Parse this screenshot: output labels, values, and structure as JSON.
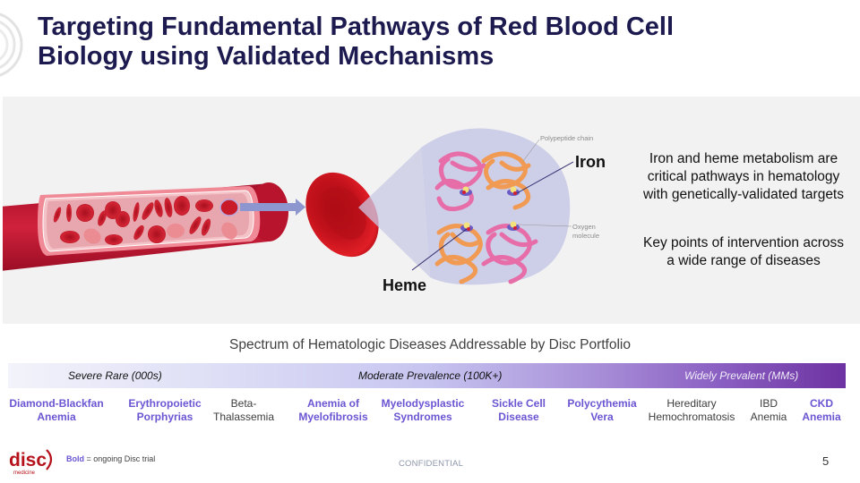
{
  "slide": {
    "title_line1": "Targeting Fundamental Pathways of Red Blood Cell",
    "title_line2": "Biology using Validated Mechanisms",
    "page_number": "5",
    "confidential": "CONFIDENTIAL"
  },
  "colors": {
    "title": "#1c1a4f",
    "bold_disease": "#6b55d3",
    "regular_disease": "#3d3d3d",
    "gradient_start": "#f3f3fb",
    "gradient_end": "#6d32a1",
    "logo_red": "#b5121b",
    "hero_background": "#f2f2f2"
  },
  "illustration": {
    "label_iron": "Iron",
    "label_heme": "Heme",
    "label_polypeptide": "Polypeptide chain",
    "label_oxygen_line1": "Oxygen",
    "label_oxygen_line2": "molecule"
  },
  "hero_text": {
    "paragraph1": "Iron and heme metabolism are critical pathways in hematology with genetically-validated targets",
    "paragraph2": "Key points of intervention across a wide range of diseases"
  },
  "spectrum": {
    "title": "Spectrum of Hematologic Diseases Addressable by Disc Portfolio",
    "bands": [
      {
        "label": "Severe Rare (000s)"
      },
      {
        "label": "Moderate Prevalence (100K+)"
      },
      {
        "label": "Widely Prevalent (MMs)"
      }
    ],
    "diseases": [
      {
        "line1": "Diamond-Blackfan",
        "line2": "Anemia",
        "ongoing_trial": true
      },
      {
        "line1": "Erythropoietic",
        "line2": "Porphyrias",
        "ongoing_trial": true
      },
      {
        "line1": "Beta-",
        "line2": "Thalassemia",
        "ongoing_trial": false
      },
      {
        "line1": "Anemia of",
        "line2": "Myelofibrosis",
        "ongoing_trial": true
      },
      {
        "line1": "Myelodysplastic",
        "line2": "Syndromes",
        "ongoing_trial": true
      },
      {
        "line1": "Sickle Cell",
        "line2": "Disease",
        "ongoing_trial": true
      },
      {
        "line1": "Polycythemia",
        "line2": "Vera",
        "ongoing_trial": true
      },
      {
        "line1": "Hereditary",
        "line2": "Hemochromatosis",
        "ongoing_trial": false
      },
      {
        "line1": "IBD",
        "line2": "Anemia",
        "ongoing_trial": false
      },
      {
        "line1": "CKD",
        "line2": "Anemia",
        "ongoing_trial": true
      }
    ]
  },
  "footer": {
    "logo_word": "disc",
    "logo_sub": "medicine",
    "note_bold": "Bold",
    "note_rest": " = ongoing Disc trial"
  }
}
